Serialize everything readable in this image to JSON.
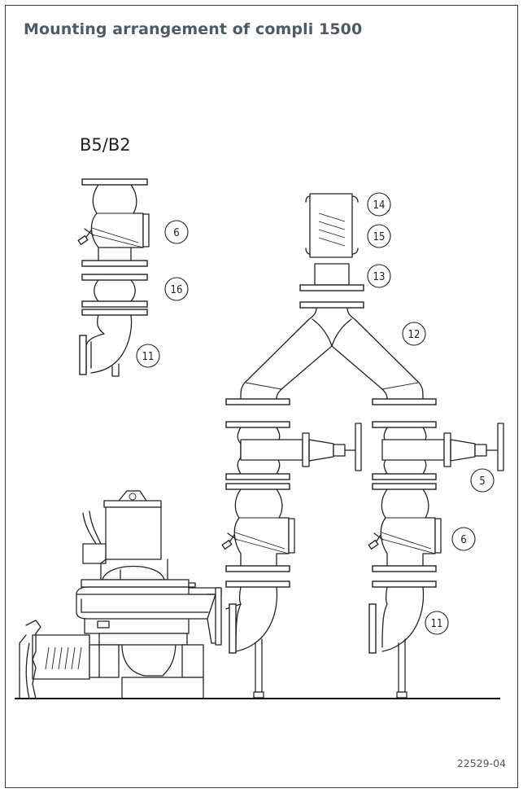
{
  "title": "Mounting arrangement of compli 1500",
  "config_label": "B5/B2",
  "reference_code": "22529-04",
  "callouts": [
    {
      "id": "callout-6-top",
      "text": "6"
    },
    {
      "id": "callout-16",
      "text": "16"
    },
    {
      "id": "callout-11-top",
      "text": "11"
    },
    {
      "id": "callout-14",
      "text": "14"
    },
    {
      "id": "callout-15",
      "text": "15"
    },
    {
      "id": "callout-13",
      "text": "13"
    },
    {
      "id": "callout-12",
      "text": "12"
    },
    {
      "id": "callout-5",
      "text": "5"
    },
    {
      "id": "callout-6-right",
      "text": "6"
    },
    {
      "id": "callout-11-right",
      "text": "11"
    }
  ]
}
